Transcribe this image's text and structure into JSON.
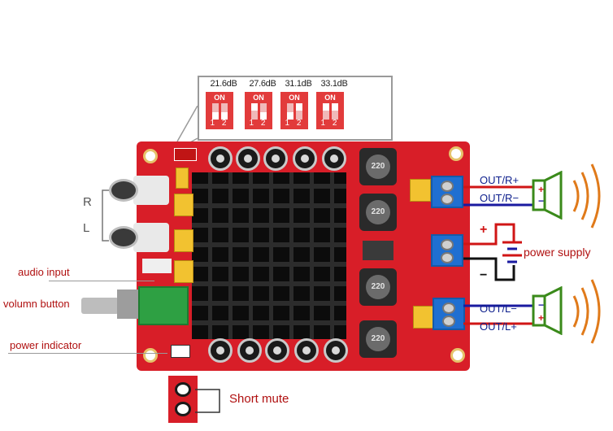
{
  "gain_settings": [
    {
      "label": "21.6dB",
      "switch_on": "ON",
      "switch_numbers": "1 2",
      "switch1": "down",
      "switch2": "down"
    },
    {
      "label": "27.6dB",
      "switch_on": "ON",
      "switch_numbers": "1 2",
      "switch1": "up",
      "switch2": "down"
    },
    {
      "label": "31.1dB",
      "switch_on": "ON",
      "switch_numbers": "1 2",
      "switch1": "down",
      "switch2": "up"
    },
    {
      "label": "33.1dB",
      "switch_on": "ON",
      "switch_numbers": "1 2",
      "switch1": "up",
      "switch2": "up"
    }
  ],
  "board": {
    "inductor_marking": "220",
    "board_color": "#d81e28",
    "heatsink_color": "#0c0c0c",
    "terminal_color": "#1f6fd1",
    "pot_color": "#2ea043"
  },
  "left_labels": {
    "r": "R",
    "l": "L",
    "audio_input": "audio input",
    "volume_button": "volumn button",
    "power_indicator": "power indicator"
  },
  "right_labels": {
    "out_r_plus": "OUT/R+",
    "out_r_minus": "OUT/R−",
    "power_plus": "+",
    "power_minus": "−",
    "power_supply": "power supply",
    "out_l_minus": "OUT/L−",
    "out_l_plus": "OUT/L+",
    "spk_plus": "+",
    "spk_minus": "−"
  },
  "bottom_labels": {
    "short_mute": "Short mute"
  },
  "icons": [
    "speaker-icon",
    "sound-wave-icon",
    "battery-icon"
  ]
}
